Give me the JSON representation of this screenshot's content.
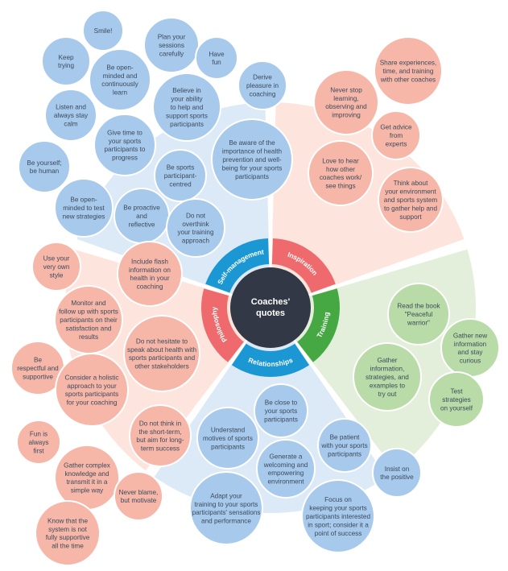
{
  "hub": {
    "lines": [
      "Coaches'",
      "quotes"
    ]
  },
  "colors": {
    "self_management": "#1b97d4",
    "inspiration": "#ee6a6c",
    "training": "#45a843",
    "relationships": "#1b97d4",
    "philosophy": "#ee6a6c",
    "hub": "#323845",
    "bubble_blue": "#a7c9ec",
    "bubble_pink": "#f6b7a8",
    "bubble_green": "#b9dba7",
    "sector_blue": "#dce9f7",
    "sector_pink": "#fde4dc",
    "sector_green": "#e3efdb"
  },
  "categories": {
    "self_management": {
      "label": "Self-management",
      "quotes": [
        [
          "Smile!"
        ],
        [
          "Plan your",
          "sessions",
          "carefully"
        ],
        [
          "Keep",
          "trying"
        ],
        [
          "Have",
          "fun"
        ],
        [
          "Be open-",
          "minded and",
          "continuously",
          "learn"
        ],
        [
          "Derive",
          "pleasure in",
          "coaching"
        ],
        [
          "Believe in",
          "your ability",
          "to help and",
          "support sports",
          "participants"
        ],
        [
          "Listen and",
          "always stay",
          "calm"
        ],
        [
          "Give time to",
          "your sports",
          "participants to",
          "progress"
        ],
        [
          "Be aware of the",
          "importance of health",
          "prevention and well-",
          "being for your sports",
          "participants"
        ],
        [
          "Be yourself;",
          "be human"
        ],
        [
          "Be sports",
          "participant-",
          "centred"
        ],
        [
          "Be open-",
          "minded to test",
          "new strategies"
        ],
        [
          "Be proactive",
          "and",
          "reflective"
        ],
        [
          "Do not",
          "overthink",
          "your training",
          "approach"
        ]
      ]
    },
    "inspiration": {
      "label": "Inspiration",
      "quotes": [
        [
          "Share experiences,",
          "time, and training",
          "with other coaches"
        ],
        [
          "Never stop",
          "learning,",
          "observing and",
          "improving"
        ],
        [
          "Get advice",
          "from",
          "experts"
        ],
        [
          "Love to hear",
          "how other",
          "coaches work/",
          "see things"
        ],
        [
          "Think about",
          "your environment",
          "and sports system",
          "to gather help and",
          "support"
        ]
      ]
    },
    "training": {
      "label": "Training",
      "quotes": [
        [
          "Read the book",
          "\"Peaceful",
          "warrior\""
        ],
        [
          "Gather new",
          "information",
          "and stay",
          "curious"
        ],
        [
          "Gather",
          "information,",
          "strategies, and",
          "examples to",
          "try out"
        ],
        [
          "Test",
          "strategies",
          "on yourself"
        ]
      ]
    },
    "relationships": {
      "label": "Relationships",
      "quotes": [
        [
          "Be close to",
          "your sports",
          "participants"
        ],
        [
          "Understand",
          "motives of sports",
          "participants"
        ],
        [
          "Generate a",
          "welcoming and",
          "empowering",
          "environment"
        ],
        [
          "Be patient",
          "with your sports",
          "participants"
        ],
        [
          "Insist on",
          "the positive"
        ],
        [
          "Adapt your",
          "training to your sports",
          "participants' sensations",
          "and performance"
        ],
        [
          "Focus on",
          "keeping your sports",
          "participants interested",
          "in sport; consider it a",
          "point of success"
        ]
      ]
    },
    "philosophy": {
      "label": "Philosophy",
      "quotes": [
        [
          "Use your",
          "very own",
          "style"
        ],
        [
          "Include flash",
          "information on",
          "health in your",
          "coaching"
        ],
        [
          "Monitor and",
          "follow up with sports",
          "participants on their",
          "satisfaction and",
          "results"
        ],
        [
          "Be",
          "respectful and",
          "supportive"
        ],
        [
          "Do not hesitate to",
          "speak about health with",
          "sports participants and",
          "other stakeholders"
        ],
        [
          "Consider a holistic",
          "approach to your",
          "sports participants",
          "for your coaching"
        ],
        [
          "Fun is",
          "always",
          "first"
        ],
        [
          "Do not think in",
          "the short-term,",
          "but aim for long-",
          "term success"
        ],
        [
          "Gather complex",
          "knowledge and",
          "transmit it in a",
          "simple way"
        ],
        [
          "Never blame,",
          "but motivate"
        ],
        [
          "Know that the",
          "system is not",
          "fully supportive",
          "all the time"
        ]
      ]
    }
  }
}
